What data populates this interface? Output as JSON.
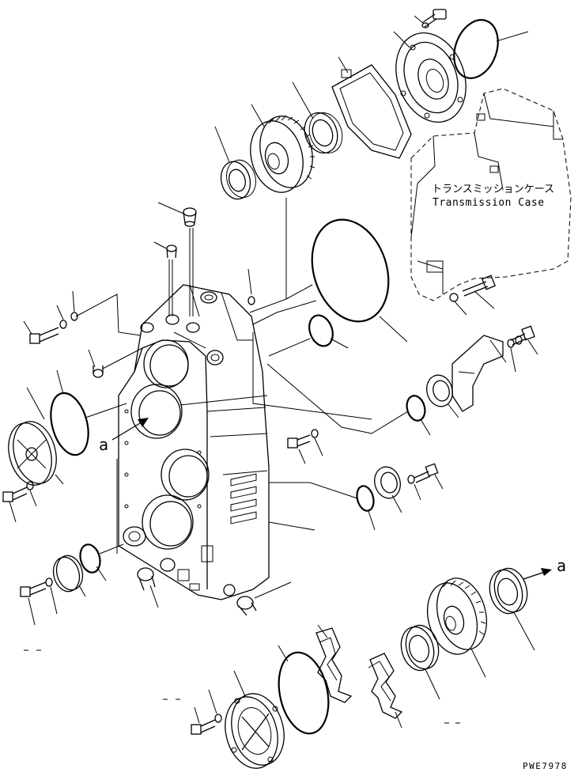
{
  "labels": {
    "transmission_case_jp": "トランスミッションケース",
    "transmission_case_en": "Transmission Case",
    "reference_a_left": "a",
    "reference_a_right": "a",
    "drawing_code": "PWE7978"
  },
  "colors": {
    "ink": "#000000",
    "paper": "#ffffff"
  }
}
